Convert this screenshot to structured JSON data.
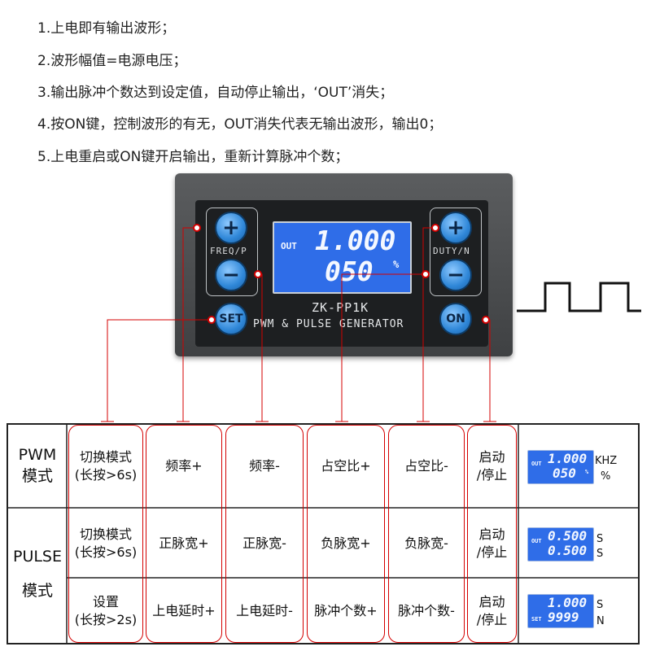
{
  "instructions": [
    "1.上电即有输出波形；",
    "2.波形幅值=电源电压；",
    "3.输出脉冲个数达到设定值，自动停止输出，‘OUT’消失；",
    "4.按ON键，控制波形的有无，OUT消失代表无输出波形，输出0；",
    "5.上电重启或ON键开启输出，重新计算脉冲个数；"
  ],
  "device": {
    "model": "ZK-PP1K",
    "subtitle": "PWM & PULSE GENERATOR",
    "left_label": "FREQ/P",
    "right_label": "DUTY/N",
    "buttons": {
      "plus": "+",
      "minus": "−",
      "set": "SET",
      "on": "ON"
    },
    "lcd": {
      "out": "OUT",
      "value1": "1.000",
      "value2": "050",
      "unit": "%"
    }
  },
  "table": {
    "modes": {
      "pwm": "PWM\n模式",
      "pulse_a": "PULSE",
      "pulse_b": "模式"
    },
    "pwm_row": [
      "切换模式\n(长按>6s)",
      "频率+",
      "频率-",
      "占空比+",
      "占空比-",
      "启动\n/停止"
    ],
    "pulse_row1": [
      "切换模式\n(长按>6s)",
      "正脉宽+",
      "正脉宽-",
      "负脉宽+",
      "负脉宽-",
      "启动\n/停止"
    ],
    "pulse_row2": [
      "设置\n(长按>2s)",
      "上电延时+",
      "上电延时-",
      "脉冲个数+",
      "脉冲个数-",
      "启动\n/停止"
    ],
    "displays": {
      "pwm": {
        "tag": "OUT",
        "line1": "1.000",
        "line2": "050",
        "tag2": "%",
        "unit1": "KHZ",
        "unit2": "%"
      },
      "pulse1": {
        "tag": "OUT",
        "line1": "0.500",
        "line2": "0.500",
        "unit1": "S",
        "unit2": "S"
      },
      "pulse2": {
        "tag": "SET",
        "line1": "1.000",
        "line2": "9999",
        "unit1": "S",
        "unit2": "N"
      }
    }
  },
  "colors": {
    "accent_red": "#d40000",
    "lcd_blue": "#2f6de8"
  }
}
